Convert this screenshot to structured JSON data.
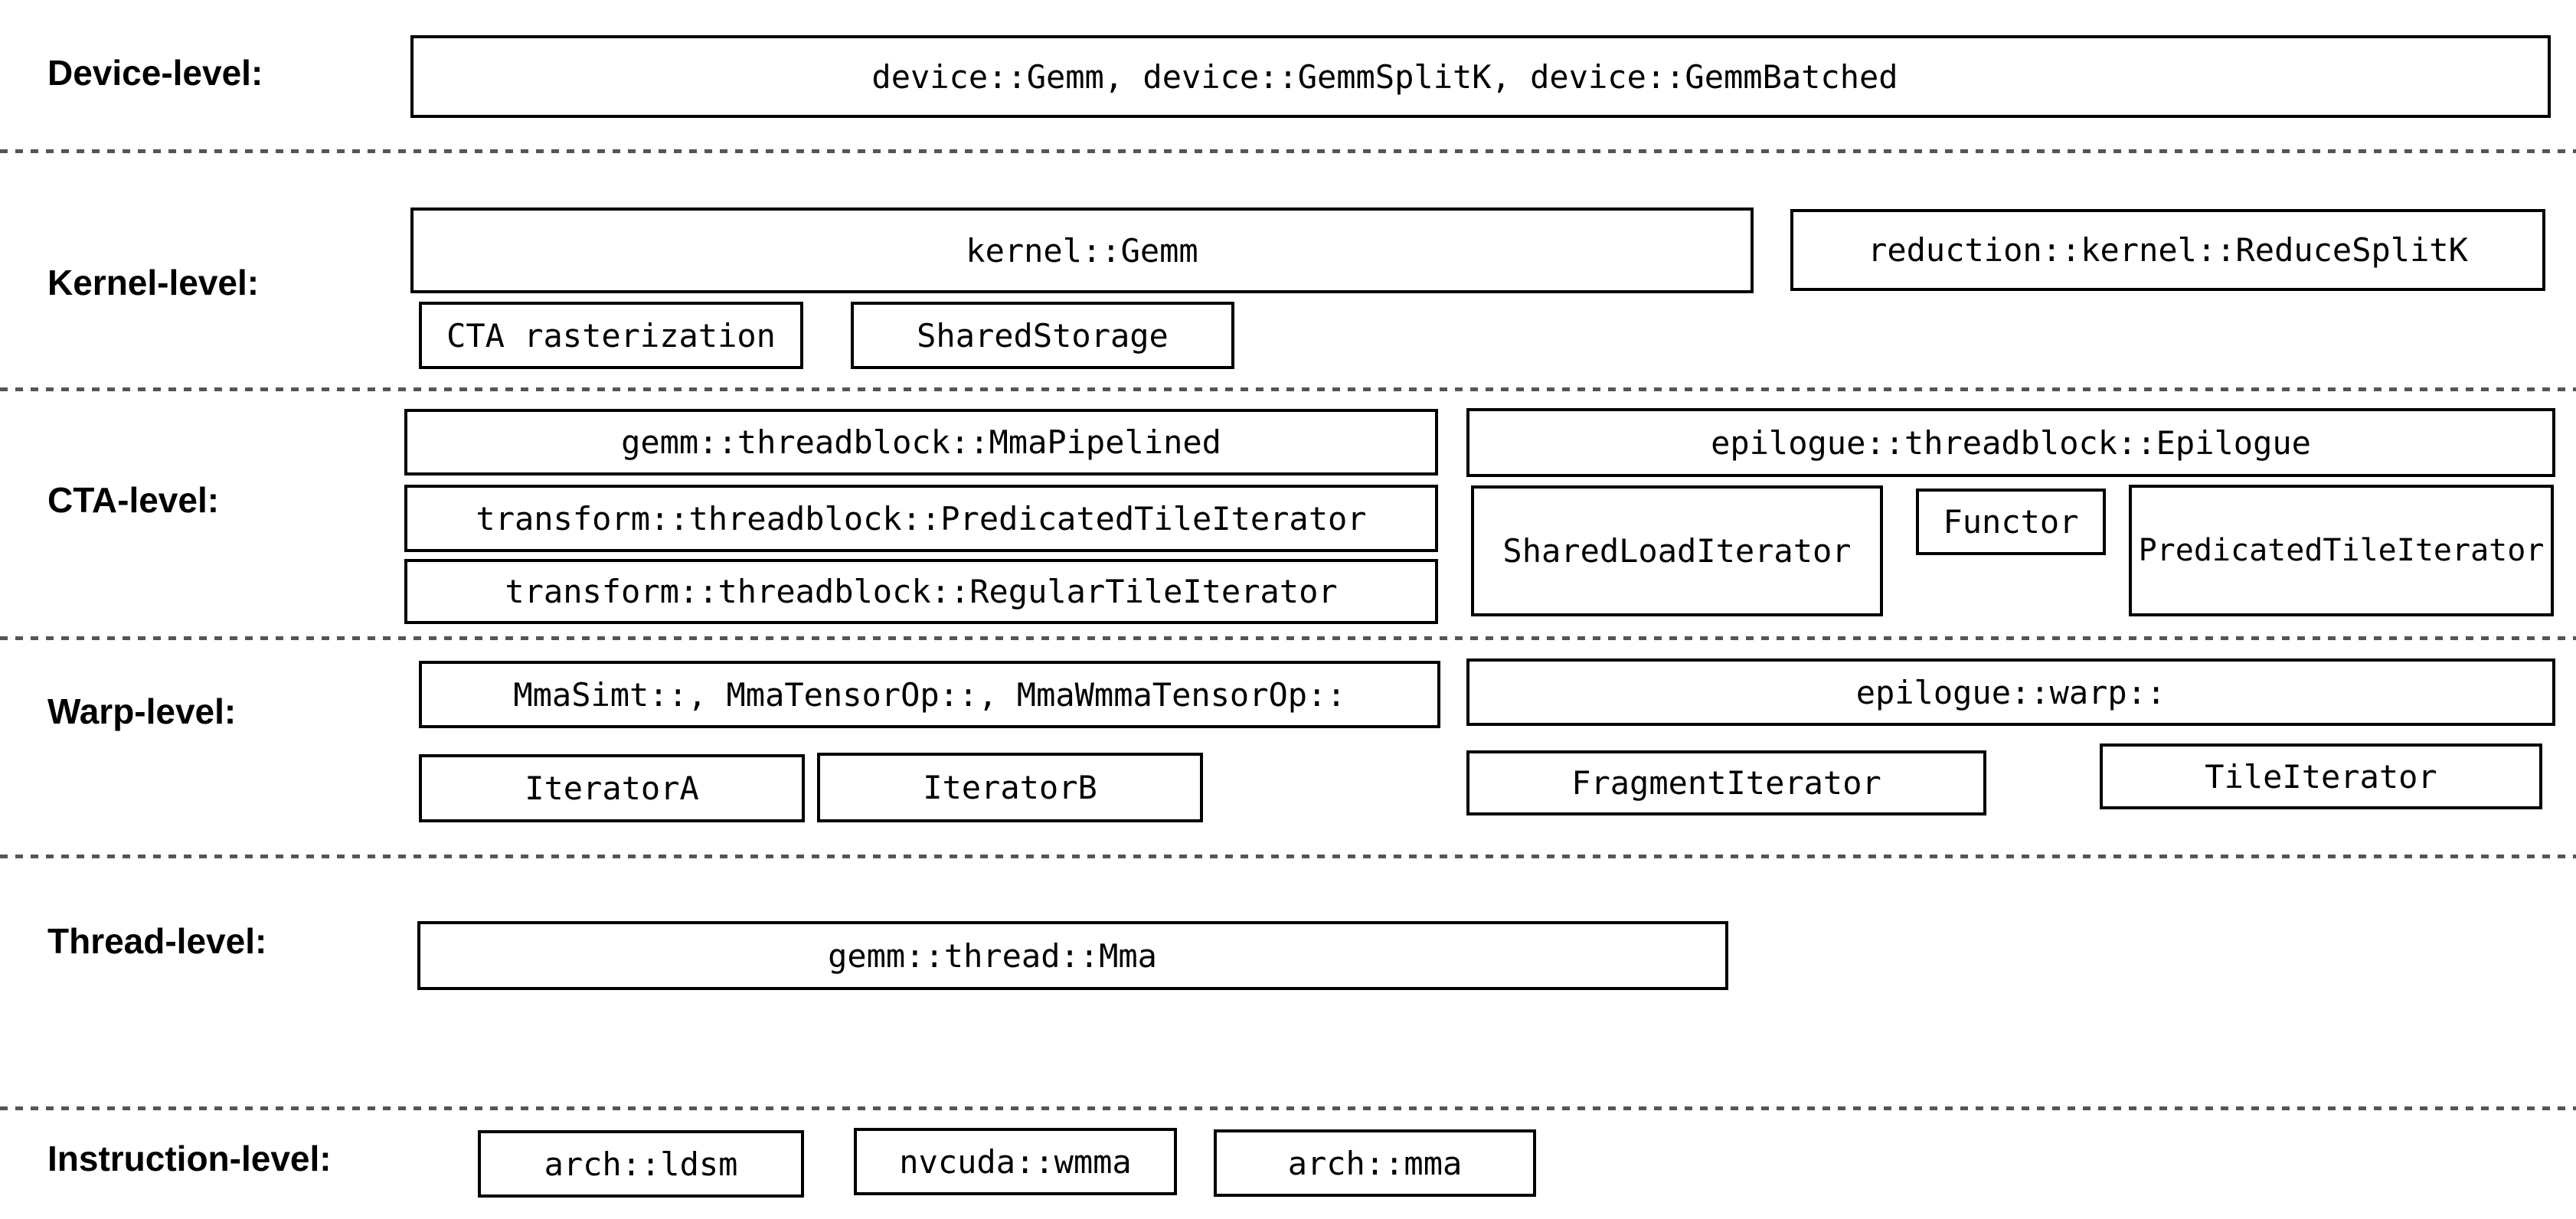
{
  "levels": {
    "device": {
      "label": "Device-level:"
    },
    "kernel": {
      "label": "Kernel-level:"
    },
    "cta": {
      "label": "CTA-level:"
    },
    "warp": {
      "label": "Warp-level:"
    },
    "thread": {
      "label": "Thread-level:"
    },
    "instruction": {
      "label": "Instruction-level:"
    }
  },
  "boxes": {
    "device_gemm": "device::Gemm, device::GemmSplitK, device::GemmBatched",
    "kernel_gemm": "kernel::Gemm",
    "reduce_splitk": "reduction::kernel::ReduceSplitK",
    "cta_rasterization": "CTA rasterization",
    "shared_storage": "SharedStorage",
    "mma_pipelined": "gemm::threadblock::MmaPipelined",
    "epilogue_threadblock": "epilogue::threadblock::Epilogue",
    "transform_predicated_tile_iterator": "transform::threadblock::PredicatedTileIterator",
    "transform_regular_tile_iterator": "transform::threadblock::RegularTileIterator",
    "shared_load_iterator": "SharedLoadIterator",
    "functor": "Functor",
    "predicated_tile_iterator": "PredicatedTileIterator",
    "mma_warp": "MmaSimt::, MmaTensorOp::, MmaWmmaTensorOp::",
    "epilogue_warp": "epilogue::warp::",
    "iterator_a": "IteratorA",
    "iterator_b": "IteratorB",
    "fragment_iterator": "FragmentIterator",
    "tile_iterator": "TileIterator",
    "gemm_thread_mma": "gemm::thread::Mma",
    "arch_ldsm": "arch::ldsm",
    "nvcuda_wmma": "nvcuda::wmma",
    "arch_mma": "arch::mma"
  },
  "colors": {
    "background": "#ffffff",
    "box_border": "#000000",
    "text": "#000000",
    "separator": "#555555"
  }
}
